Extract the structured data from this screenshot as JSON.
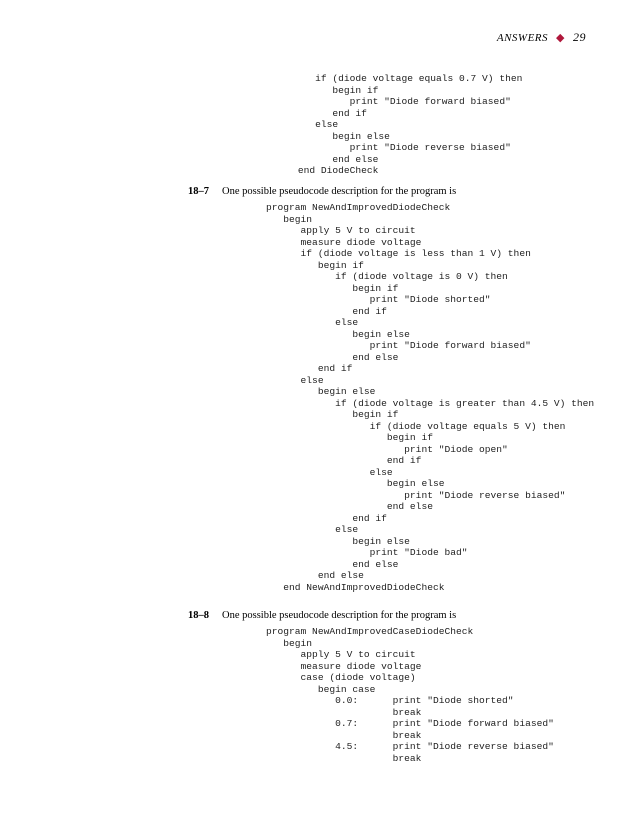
{
  "header": {
    "section": "ANSWERS",
    "page_number": "29",
    "accent_color": "#b0173b"
  },
  "block_top": "            if (diode voltage equals 0.7 V) then\n               begin if\n                  print \"Diode forward biased\"\n               end if\n            else\n               begin else\n                  print \"Diode reverse biased\"\n               end else\n         end DiodeCheck",
  "section_18_7": {
    "number": "18–7",
    "text": "One possible pseudocode description for the program is",
    "code": "program NewAndImprovedDiodeCheck\n   begin\n      apply 5 V to circuit\n      measure diode voltage\n      if (diode voltage is less than 1 V) then\n         begin if\n            if (diode voltage is 0 V) then\n               begin if\n                  print \"Diode shorted\"\n               end if\n            else\n               begin else\n                  print \"Diode forward biased\"\n               end else\n         end if\n      else\n         begin else\n            if (diode voltage is greater than 4.5 V) then\n               begin if\n                  if (diode voltage equals 5 V) then\n                     begin if\n                        print \"Diode open\"\n                     end if\n                  else\n                     begin else\n                        print \"Diode reverse biased\"\n                     end else\n               end if\n            else\n               begin else\n                  print \"Diode bad\"\n               end else\n         end else\n   end NewAndImprovedDiodeCheck"
  },
  "section_18_8": {
    "number": "18–8",
    "text": "One possible pseudocode description for the program is",
    "code": "program NewAndImprovedCaseDiodeCheck\n   begin\n      apply 5 V to circuit\n      measure diode voltage\n      case (diode voltage)\n         begin case\n            0.0:      print \"Diode shorted\"\n                      break\n            0.7:      print \"Diode forward biased\"\n                      break\n            4.5:      print \"Diode reverse biased\"\n                      break"
  }
}
